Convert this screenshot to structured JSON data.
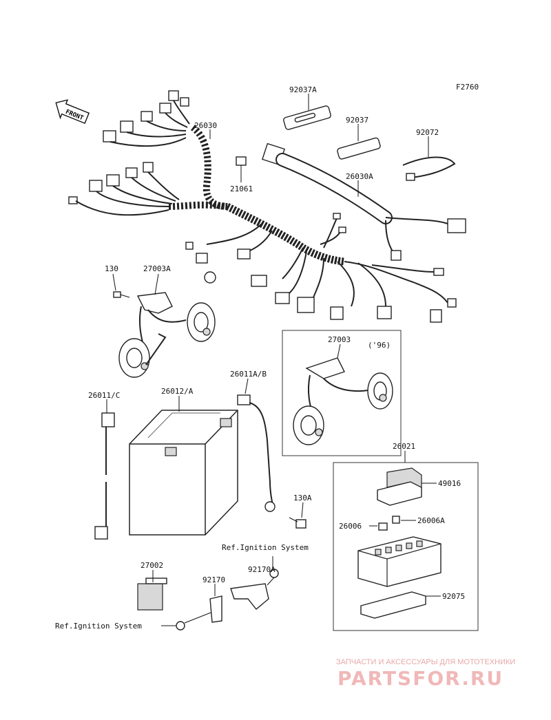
{
  "figure_code": "F2760",
  "front_arrow_label": "FRONT",
  "labels": {
    "p92037A": "92037A",
    "p92037": "92037",
    "p92072": "92072",
    "p26030": "26030",
    "p21061": "21061",
    "p26030A": "26030A",
    "p130": "130",
    "p27003A": "27003A",
    "p27003": "27003",
    "p96": "('96)",
    "p26011AB": "26011A/B",
    "p26011C": "26011/C",
    "p26012A": "26012/A",
    "p26021": "26021",
    "p49016": "49016",
    "p26006": "26006",
    "p26006A": "26006A",
    "p92075": "92075",
    "p130A": "130A",
    "p27002": "27002",
    "p92170A": "92170A",
    "p92170": "92170",
    "ref_ignition_1": "Ref.Ignition System",
    "ref_ignition_2": "Ref.Ignition System"
  },
  "watermark": {
    "tagline": "ЗАПЧАСТИ И АКСЕССУАРЫ ДЛЯ МОТОТЕХНИКИ",
    "brand": "PARTSFOR.RU"
  }
}
